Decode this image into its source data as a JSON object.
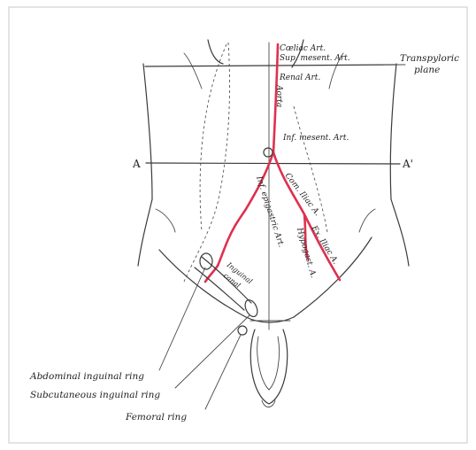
{
  "labels": {
    "coeliac": "Cœliac Art.",
    "sup_mesent": "Sup. mesent. Art.",
    "transpyloric_1": "Transpyloric",
    "transpyloric_2": "plane",
    "renal": "Renal Art.",
    "aorta": "Aorta",
    "inf_mesent": "Inf. mesent. Art.",
    "plane_left": "A",
    "plane_right": "A'",
    "com_iliac": "Com. Iliac A.",
    "inf_epigastric": "Inf. epigastric Art.",
    "ext_iliac": "Ex. Iliac A.",
    "hypogast": "Hypogast. A.",
    "inguinal_1": "Inguinal",
    "inguinal_2": "canal",
    "abdominal_ring": "Abdominal inguinal ring",
    "subcutaneous_ring": "Subcutaneous inguinal ring",
    "femoral_ring": "Femoral ring"
  },
  "colors": {
    "artery": "#e0304e",
    "ink": "#3a3a3a",
    "background": "#ffffff"
  }
}
